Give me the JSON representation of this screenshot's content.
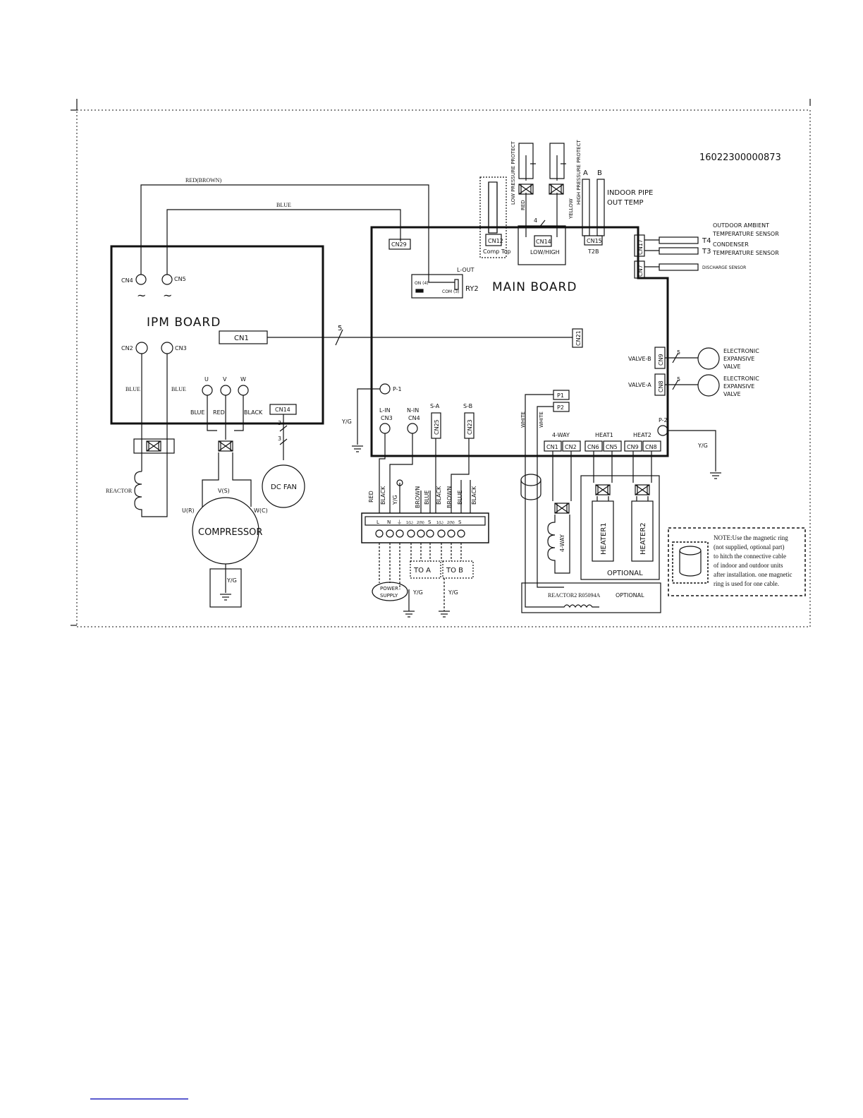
{
  "drawing_number": "16022300000873",
  "ipm_board": {
    "title": "IPM BOARD",
    "connectors": {
      "cn4": "CN4",
      "cn5": "CN5",
      "cn2": "CN2",
      "cn3": "CN3",
      "cn1": "CN1",
      "cn14": "CN14"
    },
    "ac_symbol": "~",
    "motor_terminals": {
      "u": "U",
      "v": "V",
      "w": "W"
    },
    "motor_wire_colors": {
      "u": "BLUE",
      "v": "RED",
      "w": "BLACK"
    },
    "reactor_wire_left": "BLUE",
    "reactor_wire_right": "BLUE",
    "fan_wire_count": "3"
  },
  "main_board": {
    "title": "MAIN BOARD",
    "relay": {
      "label": "RY2",
      "pin_on": "ON (4)",
      "pin_com": "COM (3)",
      "output": "L-OUT"
    },
    "cn29": "CN29",
    "cn21": "CN21",
    "cn12": {
      "label": "CN12",
      "name": "Comp Top"
    },
    "cn14": {
      "label": "CN14",
      "name": "LOW/HIGH",
      "wires": "4"
    },
    "cn15": {
      "label": "CN15",
      "name": "T2B"
    },
    "cn17": "CN17",
    "cn7": "CN7",
    "cn9": {
      "label": "CN9",
      "name": "VALVE-B",
      "wires": "5"
    },
    "cn8": {
      "label": "CN8",
      "name": "VALVE-A",
      "wires": "5"
    },
    "power": {
      "l_in": "L-IN",
      "cn3": "CN3",
      "n_in": "N-IN",
      "cn4": "CN4"
    },
    "signal": {
      "s_a": "S-A",
      "cn25": "CN25",
      "s_b": "S-B",
      "cn23": "CN23"
    },
    "ground_p1": "P-1",
    "ground_p2": "P-2",
    "reactor_taps": {
      "p1": "P1",
      "p2": "P2"
    },
    "outputs": {
      "four_way": {
        "label": "4-WAY",
        "cn_a": "CN1",
        "cn_b": "CN2"
      },
      "heat1": {
        "label": "HEAT1",
        "cn_a": "CN6",
        "cn_b": "CN5"
      },
      "heat2": {
        "label": "HEAT2",
        "cn_a": "CN9",
        "cn_b": "CN8"
      }
    }
  },
  "wires": {
    "top_red": "RED(BROWN)",
    "top_blue": "BLUE",
    "cn1_count": "5",
    "reactor_left": "WHITE",
    "reactor_right": "WHITE"
  },
  "sensors": {
    "low_pressure": "LOW PRESSURE PROTECT",
    "high_pressure": "HIGH PRESSURE PROTECT",
    "low_wire": "RED",
    "high_wire": "YELLOW",
    "pipe_a": "A",
    "pipe_b": "B",
    "indoor_pipe_1": "INDOOR PIPE",
    "indoor_pipe_2": "OUT TEMP",
    "t4": "T4",
    "t3": "T3",
    "t4_desc_1": "OUTDOOR AMBIENT",
    "t4_desc_2": "TEMPERATURE SENSOR",
    "t3_desc_1": "CONDENSER",
    "t3_desc_2": "TEMPERATURE SENSOR",
    "discharge": "DISCHARGE SENSOR",
    "eev_b": [
      "ELECTRONIC",
      "EXPANSIVE",
      "VALVE"
    ],
    "eev_a": [
      "ELECTRONIC",
      "EXPANSIVE",
      "VALVE"
    ]
  },
  "components": {
    "reactor": "REACTOR",
    "compressor": "COMPRESSOR",
    "comp_v": "V(S)",
    "comp_u": "U(R)",
    "comp_w": "W(C)",
    "dc_fan": "DC FAN",
    "yg": "Y/G",
    "four_way_coil": "4-WAY",
    "heater1": "HEATER1",
    "heater2": "HEATER2",
    "optional": "OPTIONAL",
    "reactor2": "REACTOR2 R05094A",
    "reactor2_optional": "OPTIONAL"
  },
  "terminal_block": {
    "wire_colors": [
      "RED",
      "BLACK",
      "Y/G",
      "BROWN",
      "BLUE",
      "BLACK",
      "BROWN",
      "BLUE",
      "BLACK"
    ],
    "terminals": [
      "L",
      "N",
      "⏚",
      "1(L)",
      "2(N)",
      "S",
      "1(L)",
      "2(N)",
      "S"
    ],
    "to_a": "TO  A",
    "to_b": "TO  B",
    "power_supply_1": "POWER",
    "power_supply_2": "SUPPLY"
  },
  "note": [
    "NOTE:Use the magnetic ring",
    "(not supplied, optional part)",
    "to hitch the connective cable",
    "of indoor and outdoor units",
    "after installation. one magnetic",
    "ring is used for one cable."
  ]
}
